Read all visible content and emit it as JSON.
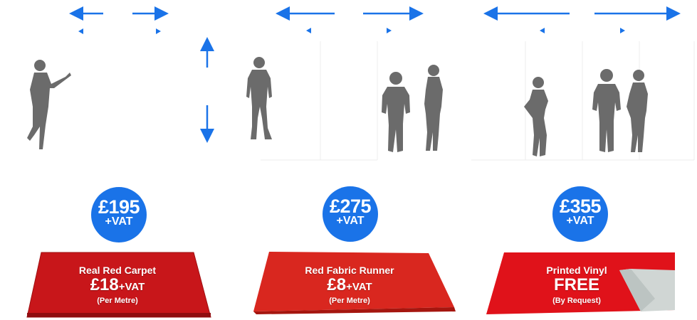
{
  "colors": {
    "accent": "#1a73e8",
    "silhouette": "#6b6b6b",
    "red": "#d8201d"
  },
  "packages": [
    {
      "price": "£195",
      "vat": "+VAT",
      "material": "Real Red Carpet",
      "rate": "£18",
      "rate_vat": "+VAT",
      "note": "(Per Metre)"
    },
    {
      "price": "£275",
      "vat": "+VAT",
      "material": "Red Fabric Runner",
      "rate": "£8",
      "rate_vat": "+VAT",
      "note": "(Per Metre)"
    },
    {
      "price": "£355",
      "vat": "+VAT",
      "material": "Printed Vinyl",
      "rate": "FREE",
      "rate_vat": "",
      "note": "(By Request)"
    }
  ],
  "icons": [
    "width-arrow-icon",
    "height-arrow-icon",
    "person-silhouette-icon"
  ]
}
